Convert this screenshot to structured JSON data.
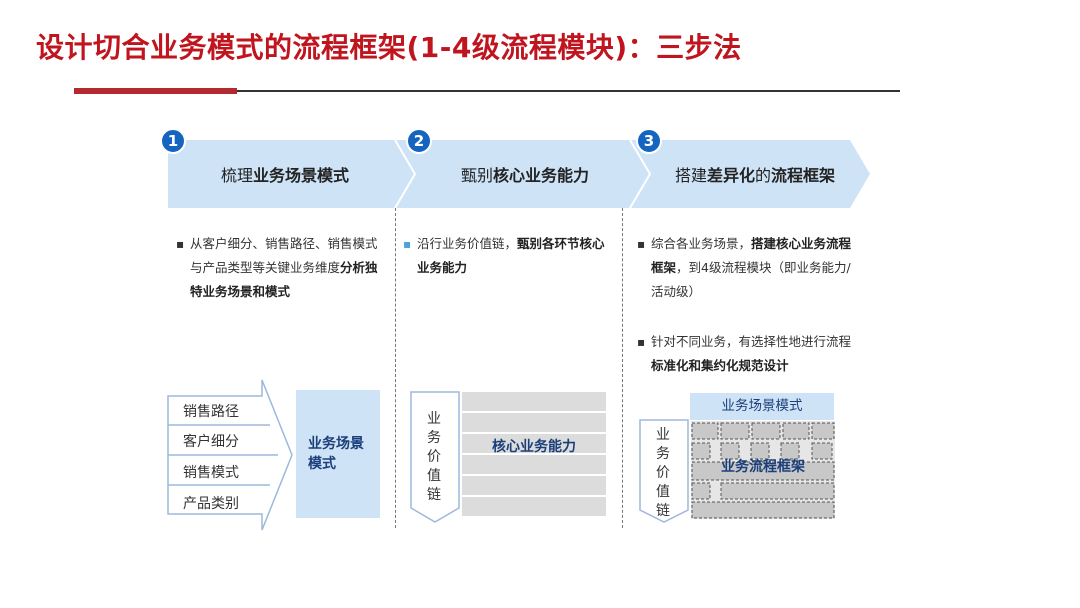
{
  "title": "设计切合业务模式的流程框架(1-4级流程模块)：三步法",
  "steps": [
    {
      "number": "1",
      "title_plain": "梳理",
      "title_bold": "业务场景模式"
    },
    {
      "number": "2",
      "title_plain": "甄别",
      "title_bold": "核心业务能力"
    },
    {
      "number": "3",
      "title_plain": "搭建",
      "title_bold": "差异化",
      "title_plain2": "的",
      "title_bold2": "流程框架"
    }
  ],
  "bullets": {
    "col1": {
      "plain": "从客户细分、销售路径、销售模式与产品类型等关键业务维度",
      "bold": "分析独特业务场景和模式"
    },
    "col2": {
      "plain": "沿行业务价值链，",
      "bold": "甄别各环节核心业务能力"
    },
    "col3a": {
      "plain": "综合各业务场景，",
      "bold": "搭建核心业务流程框架",
      "plain2": "，到4级流程模块（即业务能力/活动级）"
    },
    "col3b": {
      "plain": "针对不同业务，有选择性地进行流程",
      "bold": "标准化和集约化规范设计"
    }
  },
  "diagram1": {
    "rows": [
      "销售路径",
      "客户细分",
      "销售模式",
      "产品类别"
    ],
    "result": "业务场景模式"
  },
  "diagram2": {
    "chain": "业务价值链",
    "label": "核心业务能力"
  },
  "diagram3": {
    "header": "业务场景模式",
    "chain": "业务价值链",
    "label": "业务流程框架"
  },
  "colors": {
    "accent": "#c0141e",
    "blue": "#1565c0",
    "light_blue": "#cfe3f7",
    "grey": "#dcdcdc"
  }
}
